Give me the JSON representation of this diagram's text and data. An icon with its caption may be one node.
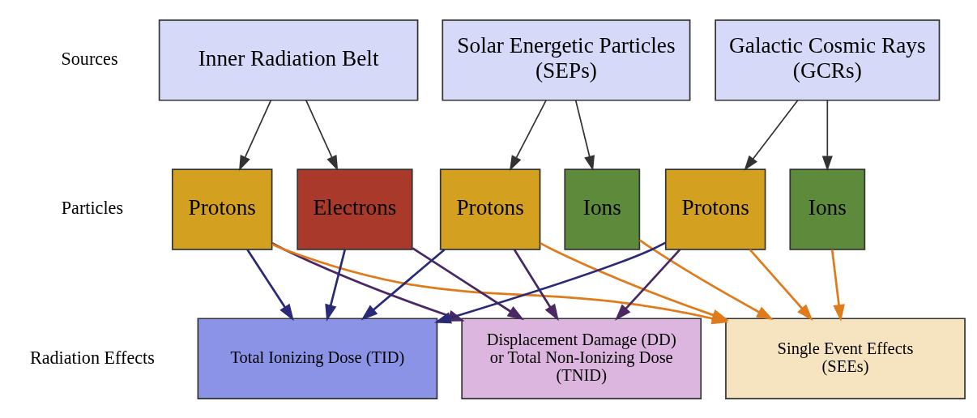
{
  "diagram": {
    "nodes": [
      {
        "text": [
          "Inner Radiation Belt"
        ]
      },
      {
        "text": [
          "Solar Energetic Particles (SEPs)"
        ]
      },
      {
        "text": [
          "Galactic Cosmic Rays (GCRs)"
        ]
      },
      {
        "text": [
          "Protons"
        ]
      },
      {
        "text": [
          "Electrons"
        ]
      },
      {
        "text": [
          "Protons"
        ]
      },
      {
        "text": [
          "Ions"
        ]
      },
      {
        "text": [
          "Protons"
        ]
      },
      {
        "text": [
          "Ions"
        ]
      },
      {
        "text": [
          "Total Ionizing Dose (TID)"
        ]
      },
      {
        "text": [
          "Displacement Damage (DD) or Total Non-Ionizing Dose (TNID)"
        ]
      },
      {
        "text": [
          "Single Event Effects (SEEs)"
        ]
      }
    ],
    "edges": [
      {
        "from": 0,
        "to": 3,
        "arrow": "to"
      },
      {
        "from": 0,
        "to": 4,
        "arrow": "to"
      },
      {
        "from": 1,
        "to": 5,
        "arrow": "to"
      },
      {
        "from": 1,
        "to": 6,
        "arrow": "to"
      },
      {
        "from": 2,
        "to": 7,
        "arrow": "to"
      },
      {
        "from": 2,
        "to": 8,
        "arrow": "to"
      },
      {
        "from": 3,
        "to": 9,
        "arrow": "to",
        "color": "#2b2a78"
      },
      {
        "from": 3,
        "to": 10,
        "arrow": "to",
        "color": "#4a2863"
      },
      {
        "from": 3,
        "to": 11,
        "arrow": "to",
        "color": "#e07b1c"
      },
      {
        "from": 4,
        "to": 9,
        "arrow": "to",
        "color": "#2b2a78"
      },
      {
        "from": 4,
        "to": 10,
        "arrow": "to",
        "color": "#4a2863"
      },
      {
        "from": 5,
        "to": 9,
        "arrow": "to",
        "color": "#2b2a78"
      },
      {
        "from": 5,
        "to": 10,
        "arrow": "to",
        "color": "#4a2863"
      },
      {
        "from": 5,
        "to": 11,
        "arrow": "to",
        "color": "#e07b1c"
      },
      {
        "from": 6,
        "to": 11,
        "arrow": "to",
        "color": "#e07b1c"
      },
      {
        "from": 7,
        "to": 9,
        "arrow": "to",
        "color": "#2b2a78"
      },
      {
        "from": 7,
        "to": 10,
        "arrow": "to",
        "color": "#4a2863"
      },
      {
        "from": 7,
        "to": 11,
        "arrow": "to",
        "color": "#e07b1c"
      },
      {
        "from": 8,
        "to": 11,
        "arrow": "to",
        "color": "#e07b1c"
      }
    ],
    "labels": [
      "Sources",
      "Particles",
      "Radiation Effects"
    ]
  }
}
